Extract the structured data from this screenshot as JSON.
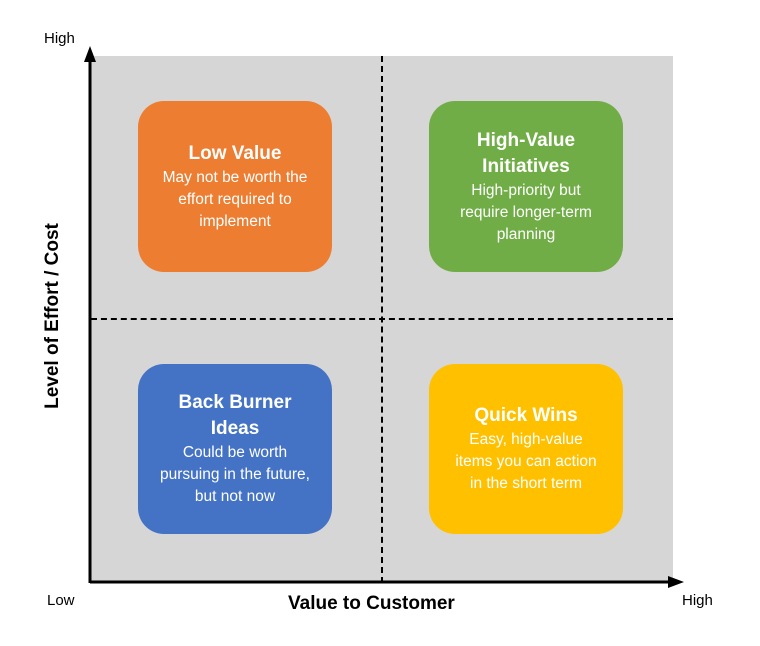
{
  "axes": {
    "y_high": "High",
    "x_low": "Low",
    "x_high": "High",
    "x_title": "Value to Customer",
    "y_title": "Level of Effort / Cost"
  },
  "quadrants": [
    {
      "title": "Low Value",
      "description": "May not be worth the effort required to implement",
      "color": "#ed7d31"
    },
    {
      "title": "High-Value Initiatives",
      "description": "High-priority but require longer-term planning",
      "color": "#70ad47"
    },
    {
      "title": "Back Burner Ideas",
      "description": "Could be worth pursuing in the future, but not now",
      "color": "#4472c4"
    },
    {
      "title": "Quick Wins",
      "description": "Easy, high-value items you can action in the short term",
      "color": "#ffc000"
    }
  ],
  "colors": {
    "plot_background": "#d6d6d6",
    "axis": "#000000"
  }
}
